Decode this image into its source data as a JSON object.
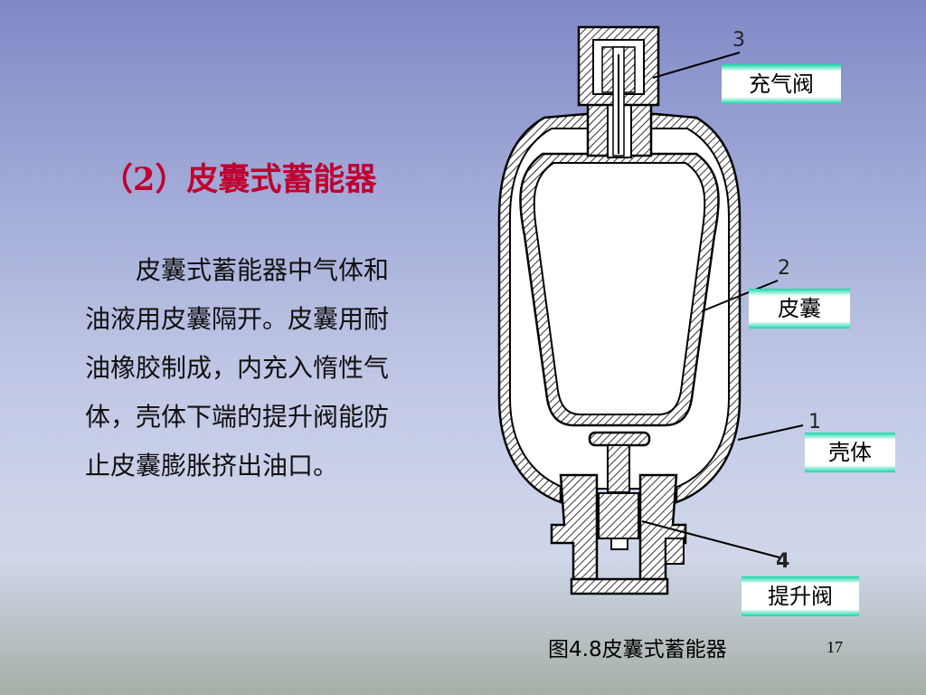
{
  "slide": {
    "title": "（2）皮囊式蓄能器",
    "body": "皮囊式蓄能器中气体和油液用皮囊隔开。皮囊用耐油橡胶制成，内充入惰性气体，壳体下端的提升阀能防止皮囊膨胀挤出油口。",
    "caption": "图4.8皮囊式蓄能器",
    "page_number": "17"
  },
  "diagram": {
    "callouts": [
      {
        "number": "3",
        "label": "充气阀"
      },
      {
        "number": "2",
        "label": "皮囊"
      },
      {
        "number": "1",
        "label": "壳体"
      },
      {
        "number": "4",
        "label": "提升阀"
      }
    ]
  },
  "colors": {
    "title": "#c00030",
    "label_accent": "#13d6a6"
  }
}
